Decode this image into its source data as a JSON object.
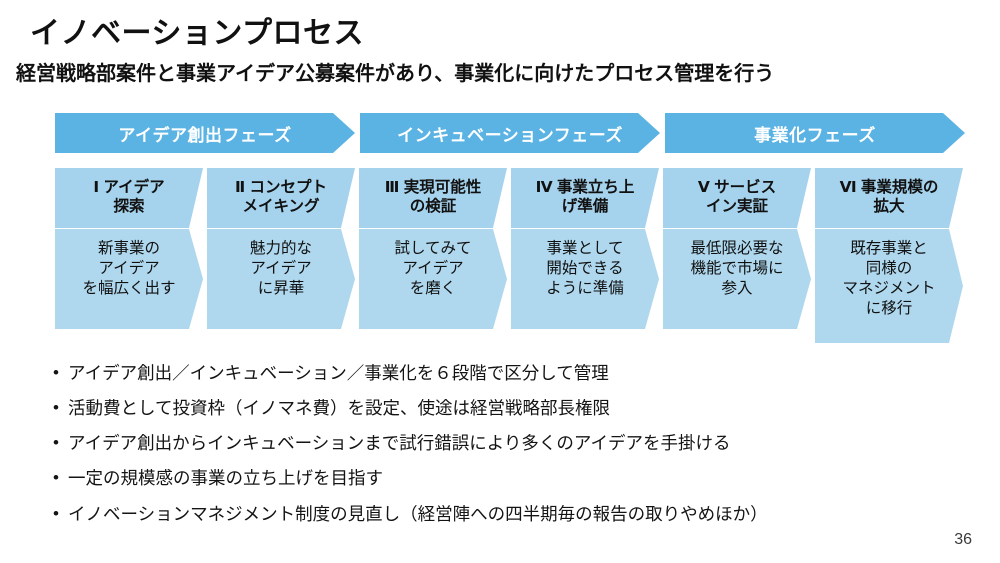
{
  "slide": {
    "title": "イノベーションプロセス",
    "subtitle": "経営戦略部案件と事業アイデア公募案件があり、事業化に向けたプロセス管理を行う",
    "page_number": "36"
  },
  "colors": {
    "phase_banner": "#5BB3E4",
    "step_header": "#A5D2EC",
    "step_body": "#AFD8EE",
    "text": "#111111",
    "banner_text": "#FFFFFF"
  },
  "phases": [
    {
      "label": "アイデア創出フェーズ"
    },
    {
      "label": "インキュベーションフェーズ"
    },
    {
      "label": "事業化フェーズ"
    }
  ],
  "steps": [
    {
      "numeral": "Ⅰ",
      "title_line1": "アイデア",
      "title_line2": "探索",
      "body_line1": "新事業の",
      "body_line2": "アイデア",
      "body_line3": "を幅広く出す",
      "body_line4": ""
    },
    {
      "numeral": "Ⅱ",
      "title_line1": "コンセプト",
      "title_line2": "メイキング",
      "body_line1": "魅力的な",
      "body_line2": "アイデア",
      "body_line3": "に昇華",
      "body_line4": ""
    },
    {
      "numeral": "Ⅲ",
      "title_line1": "実現可能性",
      "title_line2": "の検証",
      "body_line1": "試してみて",
      "body_line2": "アイデア",
      "body_line3": "を磨く",
      "body_line4": ""
    },
    {
      "numeral": "Ⅳ",
      "title_line1": "事業立ち上",
      "title_line2": "げ準備",
      "body_line1": "事業として",
      "body_line2": "開始できる",
      "body_line3": "ように準備",
      "body_line4": ""
    },
    {
      "numeral": "Ⅴ",
      "title_line1": "サービス",
      "title_line2": "イン実証",
      "body_line1": "最低限必要な",
      "body_line2": "機能で市場に",
      "body_line3": "参入",
      "body_line4": ""
    },
    {
      "numeral": "Ⅵ",
      "title_line1": "事業規模の",
      "title_line2": "拡大",
      "body_line1": "既存事業と",
      "body_line2": "同様の",
      "body_line3": "マネジメント",
      "body_line4": "に移行"
    }
  ],
  "bullets": [
    {
      "marker": "•",
      "text": "アイデア創出／インキュベーション／事業化を６段階で区分して管理"
    },
    {
      "marker": "•",
      "text": "活動費として投資枠（イノマネ費）を設定、使途は経営戦略部長権限"
    },
    {
      "marker": "•",
      "text": "アイデア創出からインキュベーションまで試行錯誤により多くのアイデアを手掛ける"
    },
    {
      "marker": "•",
      "text": "一定の規模感の事業の立ち上げを目指す"
    },
    {
      "marker": "•",
      "text": "イノベーションマネジメント制度の見直し（経営陣への四半期毎の報告の取りやめほか）"
    }
  ]
}
